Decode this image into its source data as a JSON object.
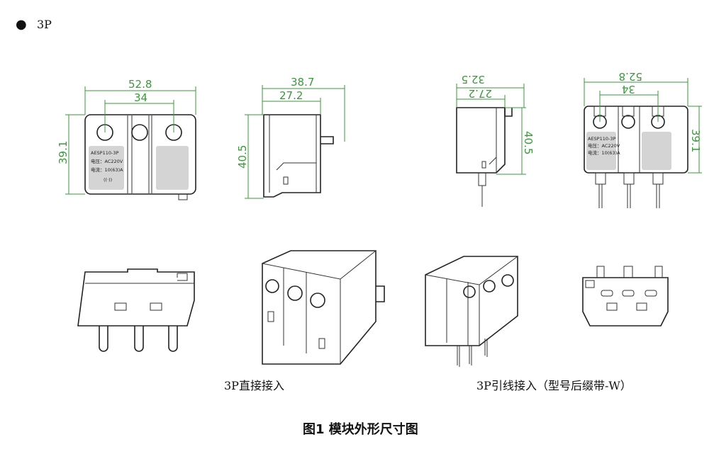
{
  "heading": {
    "bullet": "●",
    "text": "3P"
  },
  "front_view": {
    "width": "52.8",
    "pitch": "34",
    "height": "39.1",
    "label": {
      "model": "AESP110-3P",
      "voltage": "电压：AC220V",
      "current": "电流：10(63)A"
    }
  },
  "side_view": {
    "depth": "38.7",
    "depth_inner": "27.2",
    "height": "40.5"
  },
  "side_view_wired": {
    "depth": "32.5",
    "depth_inner": "27.2",
    "height": "40.5"
  },
  "front_view_wired": {
    "width": "52.8",
    "pitch": "34",
    "height": "39.1",
    "label": {
      "model": "AESP110-3P",
      "voltage": "电压：AC220V",
      "current": "电流：10(63)A"
    }
  },
  "captions": {
    "direct": "3P直接接入",
    "wired": "3P引线接入（型号后缀带-W）"
  },
  "figure_title": "图1  模块外形尺寸图",
  "colors": {
    "dimension": "#3a9a3a",
    "label_bg": "#d4d4d4"
  }
}
